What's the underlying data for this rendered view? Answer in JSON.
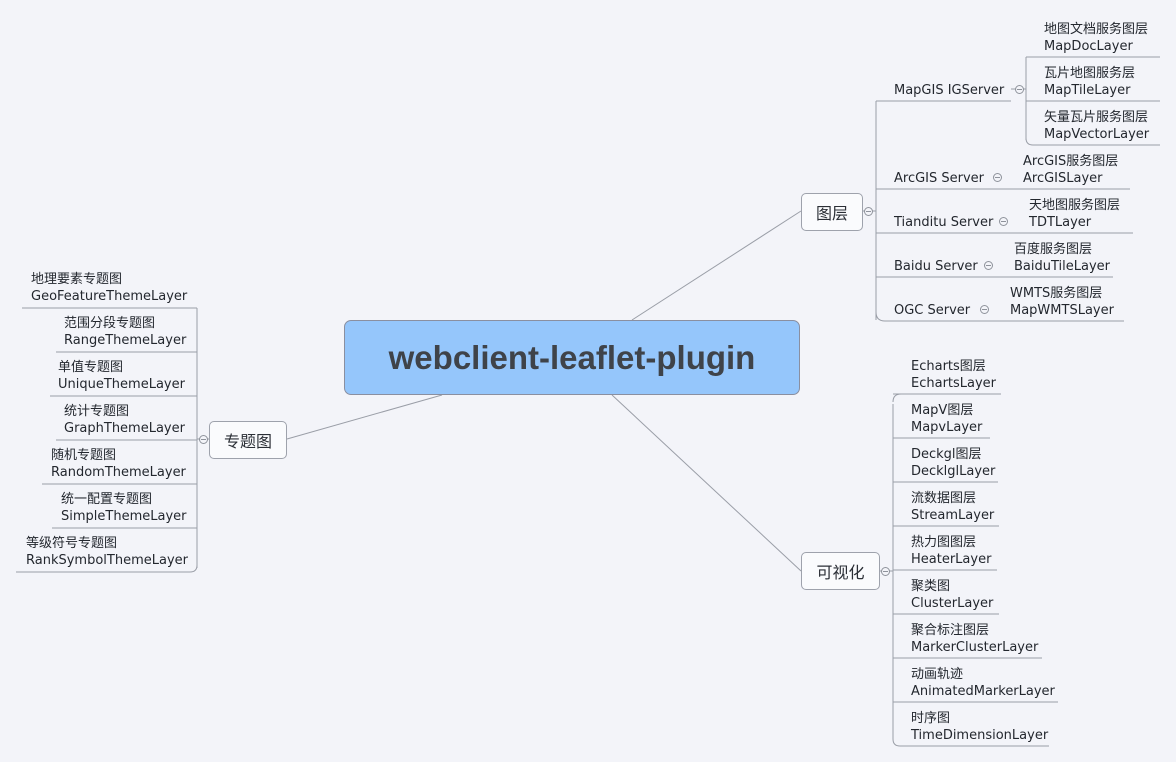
{
  "root": {
    "label": "webclient-leaflet-plugin"
  },
  "layers": {
    "label": "图层",
    "servers": [
      {
        "label": "MapGIS IGServer",
        "children": [
          {
            "cn": "地图文档服务图层",
            "en": "MapDocLayer"
          },
          {
            "cn": "瓦片地图服务层",
            "en": "MapTileLayer"
          },
          {
            "cn": "矢量瓦片服务图层",
            "en": "MapVectorLayer"
          }
        ]
      },
      {
        "label": "ArcGIS Server",
        "children": [
          {
            "cn": "ArcGIS服务图层",
            "en": "ArcGISLayer"
          }
        ]
      },
      {
        "label": "Tianditu Server",
        "children": [
          {
            "cn": "天地图服务图层",
            "en": "TDTLayer"
          }
        ]
      },
      {
        "label": "Baidu Server",
        "children": [
          {
            "cn": "百度服务图层",
            "en": "BaiduTileLayer"
          }
        ]
      },
      {
        "label": "OGC Server",
        "children": [
          {
            "cn": "WMTS服务图层",
            "en": "MapWMTSLayer"
          }
        ]
      }
    ]
  },
  "themes": {
    "label": "专题图",
    "items": [
      {
        "cn": "地理要素专题图",
        "en": "GeoFeatureThemeLayer"
      },
      {
        "cn": "范围分段专题图",
        "en": "RangeThemeLayer"
      },
      {
        "cn": "单值专题图",
        "en": "UniqueThemeLayer"
      },
      {
        "cn": "统计专题图",
        "en": "GraphThemeLayer"
      },
      {
        "cn": "随机专题图",
        "en": "RandomThemeLayer"
      },
      {
        "cn": "统一配置专题图",
        "en": "SimpleThemeLayer"
      },
      {
        "cn": "等级符号专题图",
        "en": "RankSymbolThemeLayer"
      }
    ]
  },
  "visual": {
    "label": "可视化",
    "items": [
      {
        "cn": "Echarts图层",
        "en": "EchartsLayer"
      },
      {
        "cn": "MapV图层",
        "en": "MapvLayer"
      },
      {
        "cn": "Deckgl图层",
        "en": "DecklglLayer"
      },
      {
        "cn": "流数据图层",
        "en": "StreamLayer"
      },
      {
        "cn": "热力图图层",
        "en": "HeaterLayer"
      },
      {
        "cn": "聚类图",
        "en": "ClusterLayer"
      },
      {
        "cn": "聚合标注图层",
        "en": "MarkerClusterLayer"
      },
      {
        "cn": "动画轨迹",
        "en": "AnimatedMarkerLayer"
      },
      {
        "cn": "时序图",
        "en": "TimeDimensionLayer"
      }
    ]
  }
}
